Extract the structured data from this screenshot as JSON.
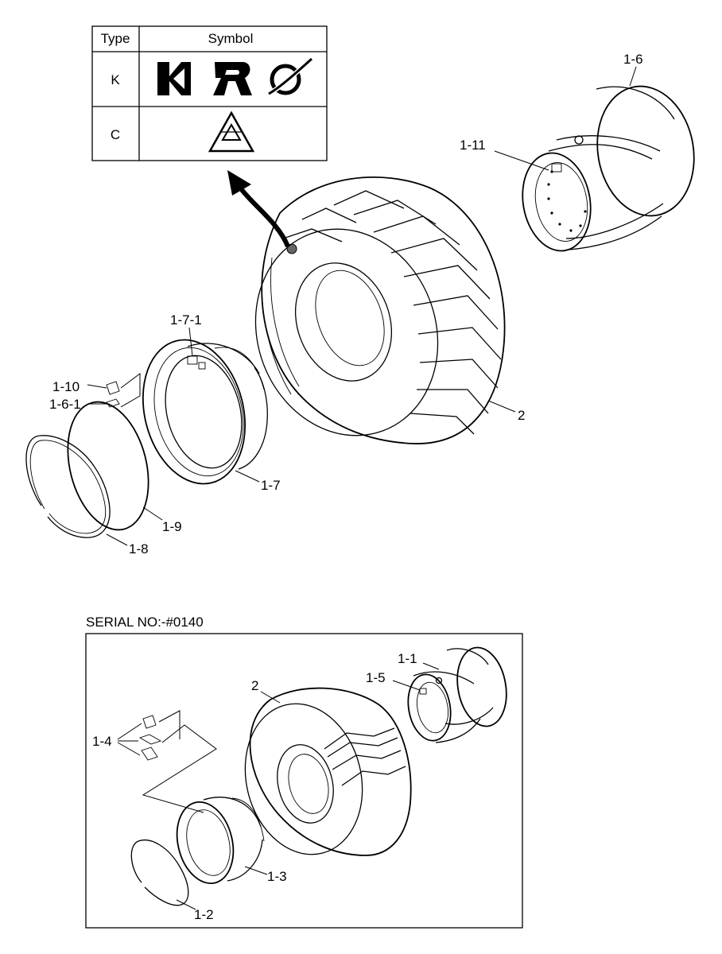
{
  "legend": {
    "col_type": "Type",
    "col_symbol": "Symbol",
    "row_k": "K",
    "row_c": "C"
  },
  "upper": {
    "labels": {
      "tire": "2",
      "rim": "1-6",
      "valve": "1-11",
      "flange_part": "1-7-1",
      "flange": "1-7",
      "lock_part": "1-10",
      "key": "1-6-1",
      "o_ring": "1-9",
      "lock_ring": "1-8"
    }
  },
  "lower": {
    "serial_note": "SERIAL NO:-#0140",
    "labels": {
      "tire": "2",
      "rim": "1-1",
      "valve": "1-5",
      "key_parts": "1-4",
      "flange": "1-3",
      "lock_ring": "1-2"
    }
  }
}
